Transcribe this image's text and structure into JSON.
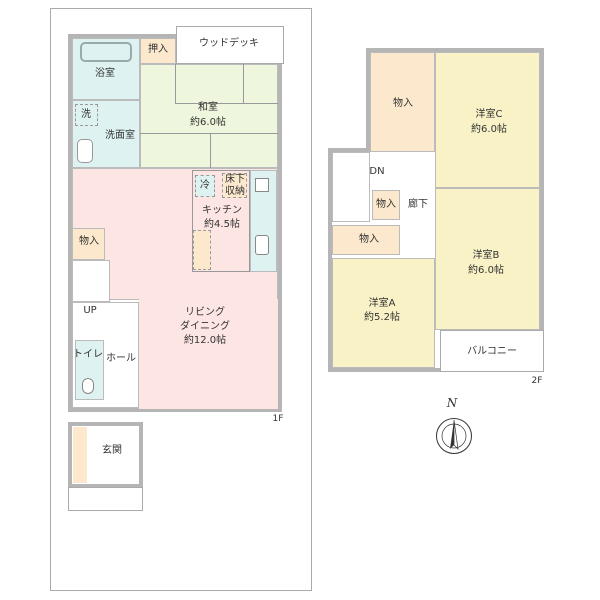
{
  "floor1": {
    "level": "1F",
    "rooms": {
      "bath": "浴室",
      "closet_oshiire": "押入",
      "wood_deck": "ウッドデッキ",
      "washroom": "洗面室",
      "washer": "洗",
      "washitsu": "和室",
      "washitsu_size": "約6.0帖",
      "fridge": "冷",
      "underfloor_storage": "床下収納",
      "kitchen": "キッチン",
      "kitchen_size": "約4.5帖",
      "storage": "物入",
      "up": "UP",
      "living1": "リビング",
      "living2": "ダイニング",
      "living_size": "約12.0帖",
      "toilet": "トイレ",
      "hall": "ホール",
      "entrance": "玄関"
    }
  },
  "floor2": {
    "level": "2F",
    "rooms": {
      "storage_top": "物入",
      "western_c": "洋室C",
      "western_c_size": "約6.0帖",
      "down": "DN",
      "storage_small": "物入",
      "corridor": "廊下",
      "storage_mid": "物入",
      "western_b": "洋室B",
      "western_b_size": "約6.0帖",
      "western_a": "洋室A",
      "western_a_size": "約5.2帖",
      "balcony": "バルコニー"
    }
  },
  "compass": {
    "north": "N"
  }
}
